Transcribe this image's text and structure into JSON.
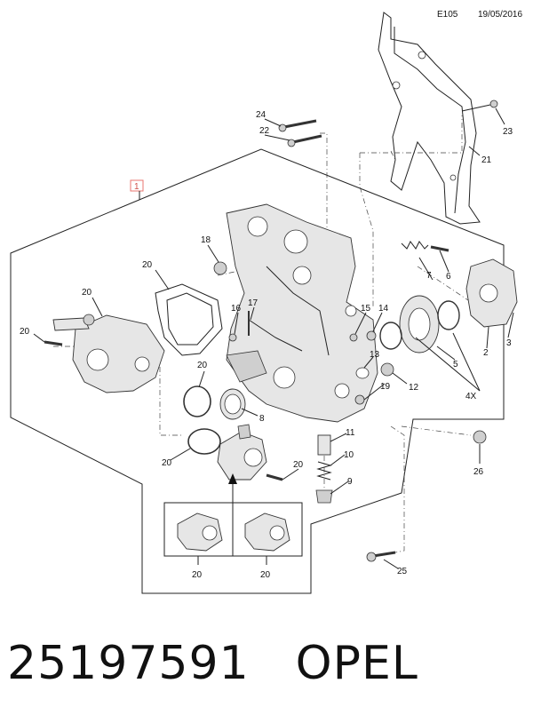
{
  "header": {
    "code": "E105",
    "date": "19/05/2016"
  },
  "diagram": {
    "assembly_box_label": "1",
    "callouts": [
      "2",
      "3",
      "4",
      "4X",
      "5",
      "6",
      "7",
      "8",
      "9",
      "10",
      "11",
      "12",
      "13",
      "14",
      "15",
      "16",
      "17",
      "18",
      "19",
      "20",
      "21",
      "22",
      "23",
      "24",
      "25",
      "26"
    ],
    "inset_labels": [
      "20",
      "20"
    ]
  },
  "footer": {
    "part_number": "25197591",
    "brand": "OPEL"
  },
  "colors": {
    "line": "#222222",
    "callout_box": "#e8746f",
    "part_fill": "#e6e6e6"
  }
}
